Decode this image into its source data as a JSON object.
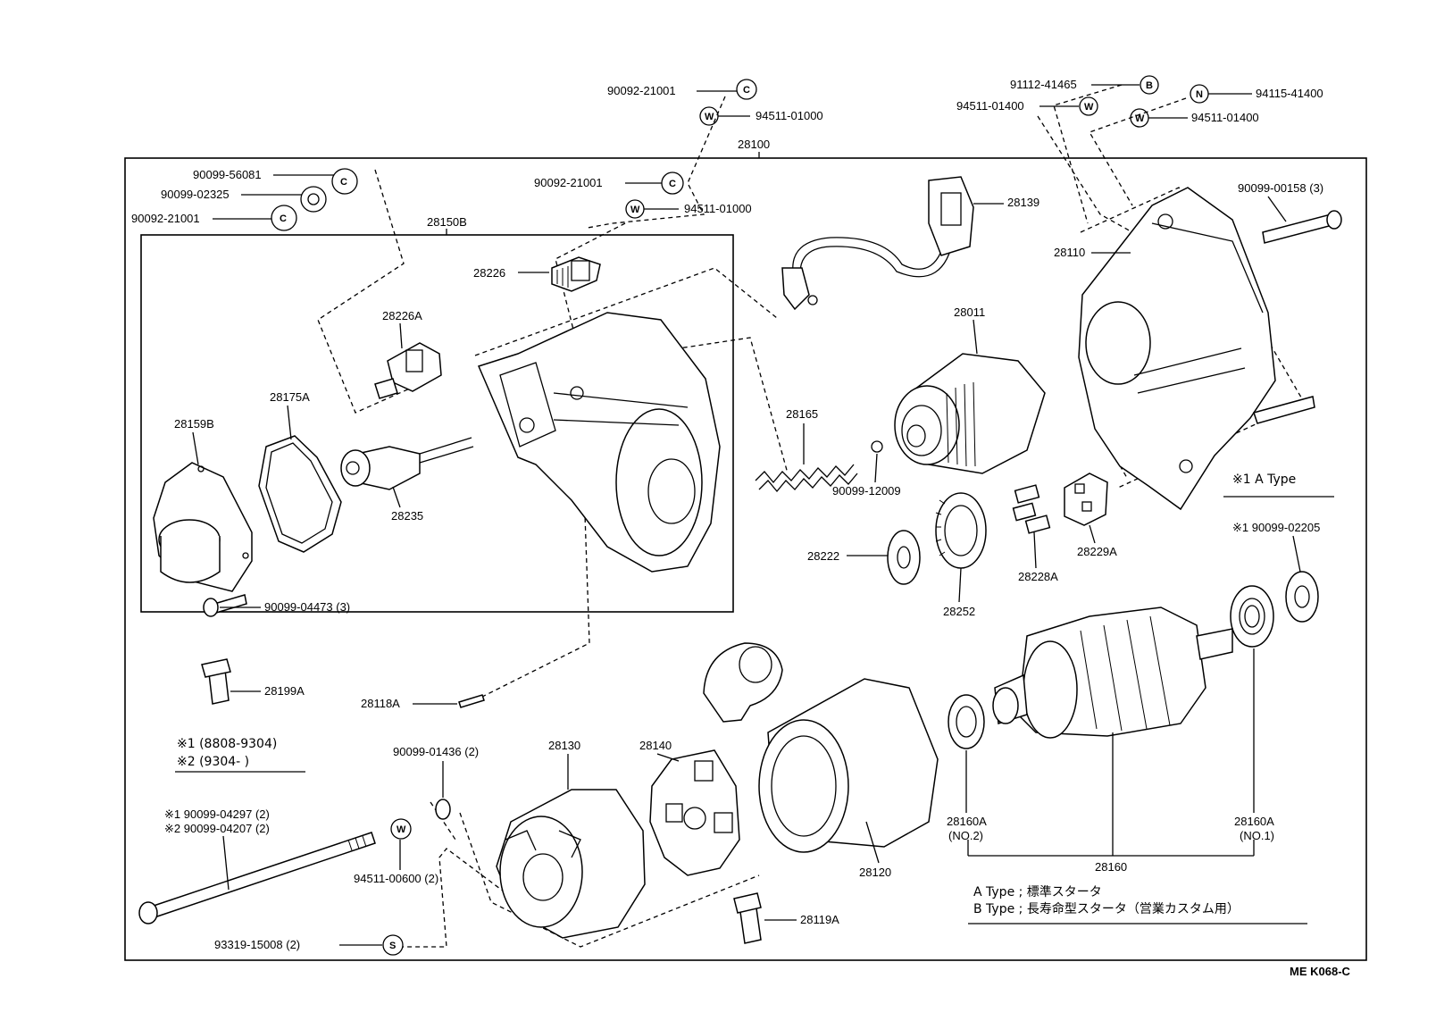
{
  "diagram": {
    "code": "ME K068-C",
    "callouts": {
      "p28100": "28100",
      "p28150B": "28150B",
      "p28226": "28226",
      "p28226A": "28226A",
      "p28175A": "28175A",
      "p28159B": "28159B",
      "p28235": "28235",
      "p90099_04473": "90099-04473 (3)",
      "p28199A": "28199A",
      "p28118A": "28118A",
      "p28139": "28139",
      "p28110": "28110",
      "p90099_00158": "90099-00158 (3)",
      "p28011": "28011",
      "p28165": "28165",
      "p90099_12009": "90099-12009",
      "p28222": "28222",
      "p28252": "28252",
      "p28228A": "28228A",
      "p28229A": "28229A",
      "p90099_02205": "※1 90099-02205",
      "p28140": "28140",
      "p28130": "28130",
      "p28120": "28120",
      "p28160": "28160",
      "p28160A_no2": "28160A",
      "p28160A_no2_sub": "(NO.2)",
      "p28160A_no1": "28160A",
      "p28160A_no1_sub": "(NO.1)",
      "p90099_01436": "90099-01436 (2)",
      "p94511_00600": "94511-00600 (2)",
      "p93319_15008": "93319-15008 (2)",
      "p28119A": "28119A",
      "p90099_04297": "※1 90099-04297 (2)",
      "p90099_04207": "※2 90099-04207 (2)",
      "p90092_21001_a": "90092-21001",
      "p94511_01000_a": "94511-01000",
      "p90099_56081": "90099-56081",
      "p90099_02325": "90099-02325",
      "p90092_21001_b": "90092-21001",
      "p90092_21001_c": "90092-21001",
      "p94511_01000_b": "94511-01000",
      "p91112_41465": "91112-41465",
      "p94511_01400_a": "94511-01400",
      "p94115_41400": "94115-41400",
      "p94511_01400_b": "94511-01400"
    },
    "symbols": {
      "C": "C",
      "W": "W",
      "B": "B",
      "N": "N",
      "S": "S"
    },
    "notes": {
      "a_type_mark": "※1 A Type",
      "date_1": "※1  (8808-9304)",
      "date_2": "※2  (9304-        )",
      "legend_a": "A Type ; 標準スタータ",
      "legend_b": "B Type ; 長寿命型スタータ（営業カスタム用）"
    }
  }
}
